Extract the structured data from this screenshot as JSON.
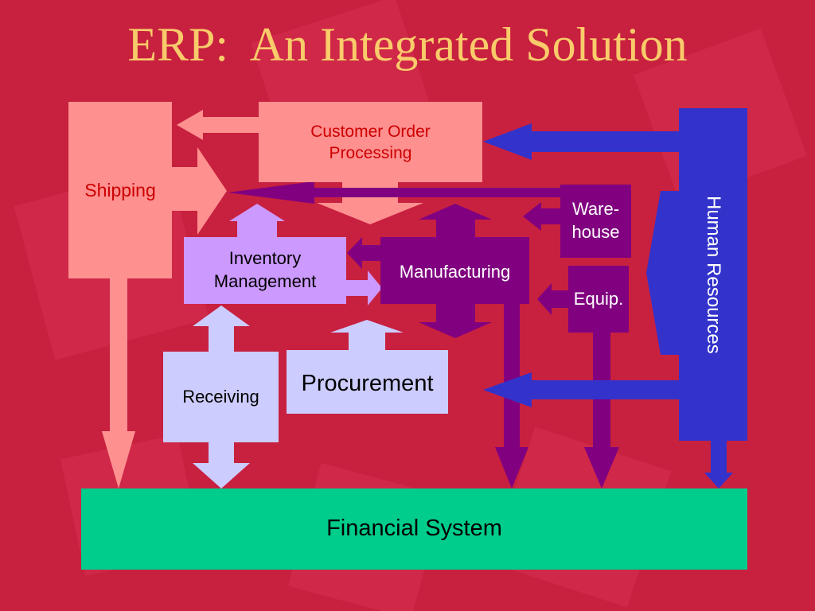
{
  "title": "ERP:  An Integrated Solution",
  "colors": {
    "background": "#c8203f",
    "title": "#f9cb6a",
    "shipping_fill": "#ff9090",
    "customer_order_fill": "#ff9090",
    "inventory_fill": "#cc99ff",
    "light_lavender": "#ccccff",
    "purple": "#800080",
    "blue": "#3333cc",
    "green": "#00cc8c",
    "red_text": "#cc0000"
  },
  "modules": {
    "shipping": "Shipping",
    "customer_order": [
      "Customer Order",
      "Processing"
    ],
    "inventory": [
      "Inventory",
      "Management"
    ],
    "manufacturing": "Manufacturing",
    "warehouse": [
      "Ware-",
      "house"
    ],
    "equipment": "Equip.",
    "receiving": "Receiving",
    "procurement": "Procurement",
    "human_resources": "Human Resources",
    "financial_system": "Financial System"
  }
}
